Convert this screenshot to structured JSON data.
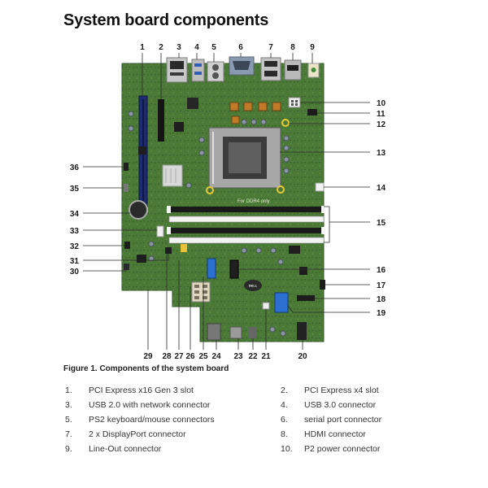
{
  "page": {
    "title": "System board components"
  },
  "diagram": {
    "callouts": {
      "top": [
        "1",
        "2",
        "3",
        "4",
        "5",
        "6",
        "7",
        "8",
        "9"
      ],
      "right": [
        "10",
        "11",
        "12",
        "13",
        "14",
        "15",
        "16",
        "17",
        "18",
        "19"
      ],
      "bottom": [
        "29",
        "28",
        "27",
        "26",
        "25",
        "24",
        "23",
        "22",
        "21",
        "20"
      ],
      "left": [
        "36",
        "35",
        "34",
        "33",
        "32",
        "31",
        "30"
      ]
    },
    "board_text": "For DDR4 only",
    "logo": "DELL"
  },
  "figure": {
    "caption": "Figure 1. Components of the system board"
  },
  "components": [
    {
      "num": "1.",
      "label": "PCI Express x16 Gen 3 slot"
    },
    {
      "num": "2.",
      "label": "PCI Express x4 slot"
    },
    {
      "num": "3.",
      "label": "USB 2.0 with network connector"
    },
    {
      "num": "4.",
      "label": "USB 3.0 connector"
    },
    {
      "num": "5.",
      "label": "PS2 keyboard/mouse connectors"
    },
    {
      "num": "6.",
      "label": "serial port connector"
    },
    {
      "num": "7.",
      "label": "2 x DisplayPort connector"
    },
    {
      "num": "8.",
      "label": "HDMI connector"
    },
    {
      "num": "9.",
      "label": "Line-Out connector"
    },
    {
      "num": "10.",
      "label": "P2 power connector"
    }
  ],
  "colors": {
    "board": "#4a7a36",
    "pcie_x16": "#1e2c72",
    "sata": "#2c6fcf",
    "text": "#1a1a1a"
  }
}
